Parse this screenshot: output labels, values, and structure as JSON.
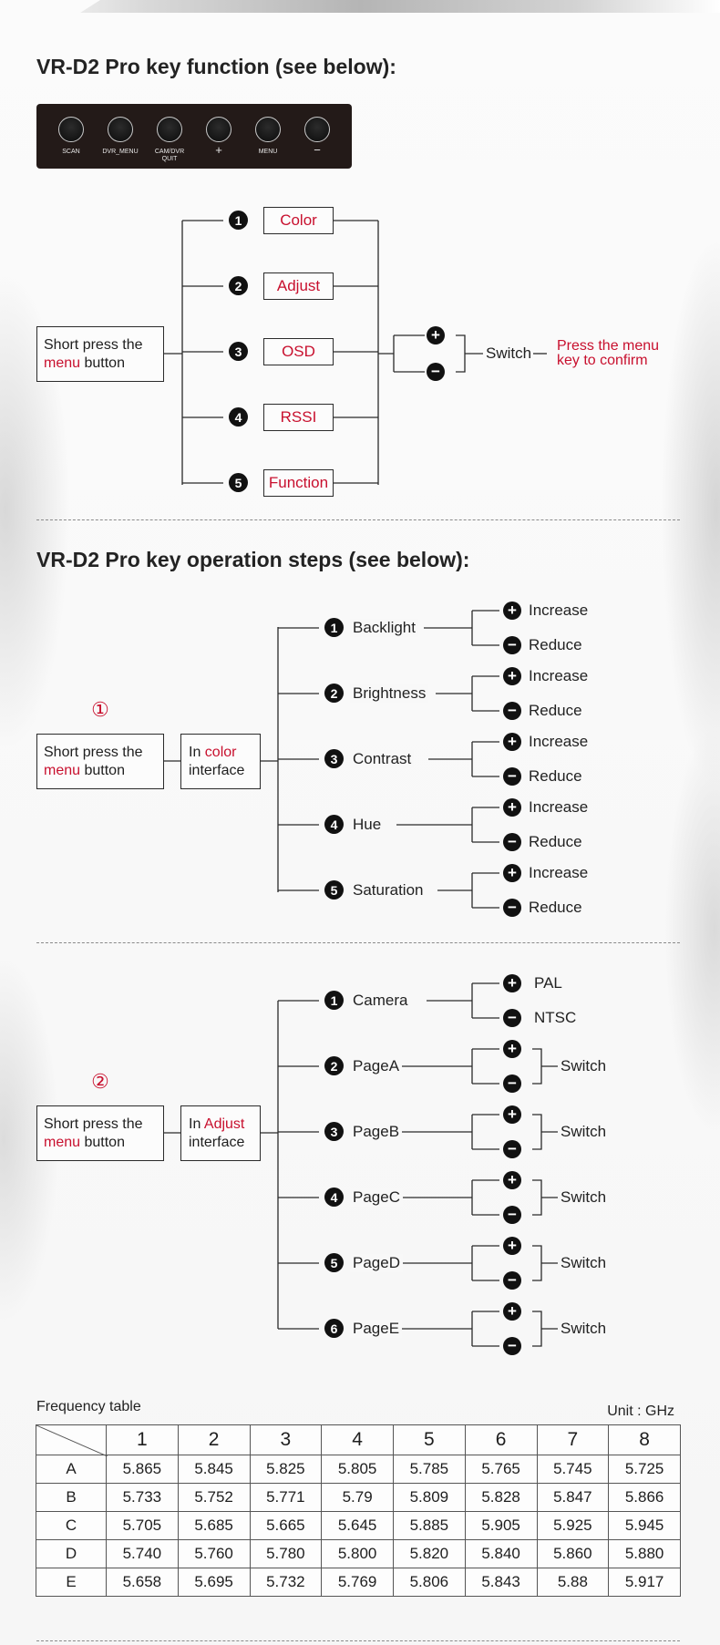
{
  "section1": {
    "title": "VR-D2 Pro key function (see below):",
    "keys": [
      {
        "label": "SCAN"
      },
      {
        "label": "DVR_MENU"
      },
      {
        "label": "CAM/DVR\nQUIT"
      },
      {
        "label": "+"
      },
      {
        "label": "MENU"
      },
      {
        "label": "−"
      }
    ],
    "start_text": "Short press the",
    "start_highlight": "menu",
    "start_suffix": " button",
    "menu_items": [
      "Color",
      "Adjust",
      "OSD",
      "RSSI",
      "Function"
    ],
    "numbers": [
      "1",
      "2",
      "3",
      "4",
      "5"
    ],
    "plus": "+",
    "minus": "−",
    "switch_label": "Switch",
    "confirm_line1": "Press the menu",
    "confirm_line2": "key to confirm"
  },
  "section2": {
    "title": "VR-D2 Pro key operation steps (see below):",
    "step_marker": "①",
    "start_text": "Short press the",
    "start_highlight": "menu",
    "start_suffix": " button",
    "interface_prefix": "In ",
    "interface_highlight": "color",
    "interface_suffix": "interface",
    "items": [
      "Backlight",
      "Brightness",
      "Contrast",
      "Hue",
      "Saturation"
    ],
    "numbers": [
      "1",
      "2",
      "3",
      "4",
      "5"
    ],
    "increase": "Increase",
    "reduce": "Reduce",
    "plus": "+",
    "minus": "−"
  },
  "section3": {
    "step_marker": "②",
    "start_text": "Short press the",
    "start_highlight": "menu",
    "start_suffix": " button",
    "interface_prefix": "In ",
    "interface_highlight": "Adjust",
    "interface_suffix": "interface",
    "items": [
      "Camera",
      "PageA",
      "PageB",
      "PageC",
      "PageD",
      "PageE"
    ],
    "numbers": [
      "1",
      "2",
      "3",
      "4",
      "5",
      "6"
    ],
    "camera_options": [
      "PAL",
      "NTSC"
    ],
    "switch_label": "Switch",
    "plus": "+",
    "minus": "−"
  },
  "frequency": {
    "title": "Frequency table",
    "unit": "Unit : GHz",
    "columns": [
      "1",
      "2",
      "3",
      "4",
      "5",
      "6",
      "7",
      "8"
    ],
    "rows": [
      {
        "label": "A",
        "values": [
          "5.865",
          "5.845",
          "5.825",
          "5.805",
          "5.785",
          "5.765",
          "5.745",
          "5.725"
        ]
      },
      {
        "label": "B",
        "values": [
          "5.733",
          "5.752",
          "5.771",
          "5.79",
          "5.809",
          "5.828",
          "5.847",
          "5.866"
        ]
      },
      {
        "label": "C",
        "values": [
          "5.705",
          "5.685",
          "5.665",
          "5.645",
          "5.885",
          "5.905",
          "5.925",
          "5.945"
        ]
      },
      {
        "label": "D",
        "values": [
          "5.740",
          "5.760",
          "5.780",
          "5.800",
          "5.820",
          "5.840",
          "5.860",
          "5.880"
        ]
      },
      {
        "label": "E",
        "values": [
          "5.658",
          "5.695",
          "5.732",
          "5.769",
          "5.806",
          "5.843",
          "5.88",
          "5.917"
        ]
      }
    ]
  },
  "colors": {
    "accent": "#c8102e",
    "keypad": "#231a18",
    "text": "#1e1e1e"
  }
}
